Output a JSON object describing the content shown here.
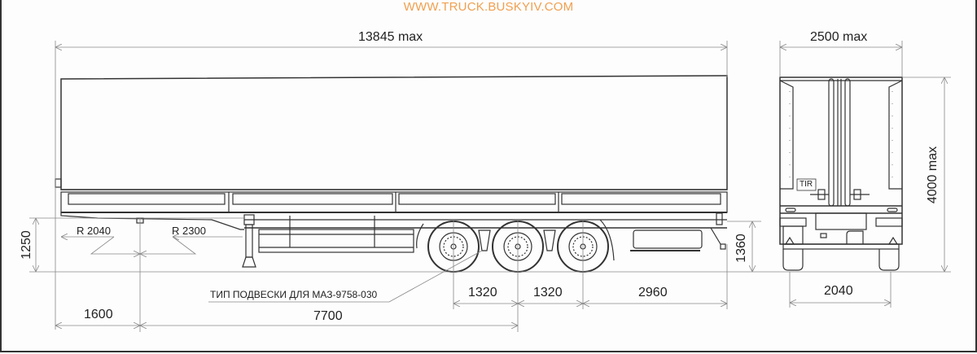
{
  "watermark": "WWW.TRUCK.BUSKYIV.COM",
  "side_view": {
    "overall_length": "13845 max",
    "platform_height": "1250",
    "rear_height": "1360",
    "turn_radius_front": "R 2040",
    "turn_radius_rear": "R 2300",
    "kingpin_offset": "1600",
    "kingpin_to_axle": "7700",
    "axle_spacing_1": "1320",
    "axle_spacing_2": "1320",
    "rear_overhang": "2960",
    "suspension_note": "ТИП ПОДВЕСКИ ДЛЯ МАЗ-9758-030"
  },
  "rear_view": {
    "overall_width": "2500 max",
    "overall_height": "4000 max",
    "track_width": "2040",
    "plate_label": "TIR"
  },
  "colors": {
    "line": "#333333",
    "dimension_line": "#888888",
    "watermark": "#f0a050"
  }
}
